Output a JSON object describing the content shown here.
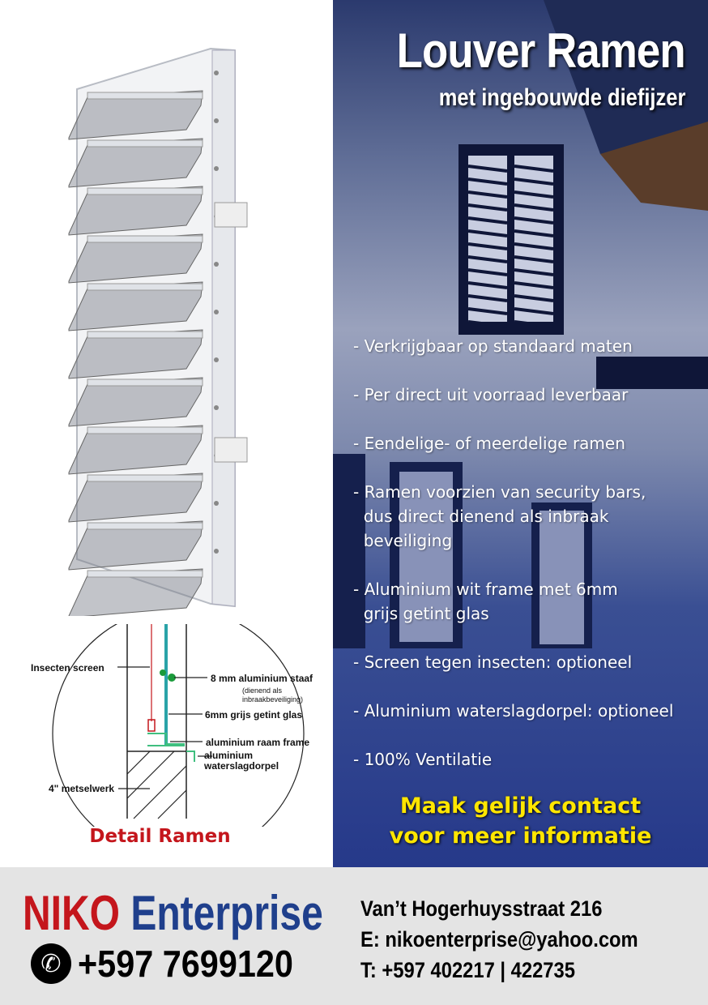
{
  "header": {
    "title": "Louver Ramen",
    "subtitle": "met ingebouwde diefijzer"
  },
  "features": [
    "- Verkrijgbaar op standaard maten",
    "- Per direct uit voorraad leverbaar",
    "- Eendelige- of meerdelige ramen",
    "- Ramen voorzien van security bars,\n  dus direct dienend als inbraak\n  beveiliging",
    "- Aluminium wit frame met 6mm\n  grijs getint glas",
    "- Screen tegen insecten: optioneel",
    "- Aluminium waterslagdorpel: optioneel",
    "- 100% Ventilatie"
  ],
  "cta": {
    "line1": "Maak gelijk contact",
    "line2": "voor meer informatie"
  },
  "diagram": {
    "labels": {
      "screen": "Insecten screen",
      "bar": "8 mm aluminium staaf",
      "bar_note": "(dienend als inbraakbeveiliging)",
      "glass": "6mm grijs getint glas",
      "frame": "aluminium raam frame",
      "sill1": "aluminium",
      "sill2": "waterslagdorpel",
      "wall": "4\" metselwerk"
    },
    "caption": "Detail Ramen"
  },
  "footer": {
    "brand_red": "NIKO",
    "brand_blue": "Enterprise",
    "mobile": "+597 7699120",
    "address": "Van’t Hogerhuysstraat 216",
    "email": "E: nikoenterprise@yahoo.com",
    "phone": "T: +597 402217 | 422735"
  },
  "colors": {
    "red": "#c4161c",
    "blue": "#1f3f8c",
    "yellow": "#ffe600",
    "footer_bg": "#e4e4e4"
  }
}
